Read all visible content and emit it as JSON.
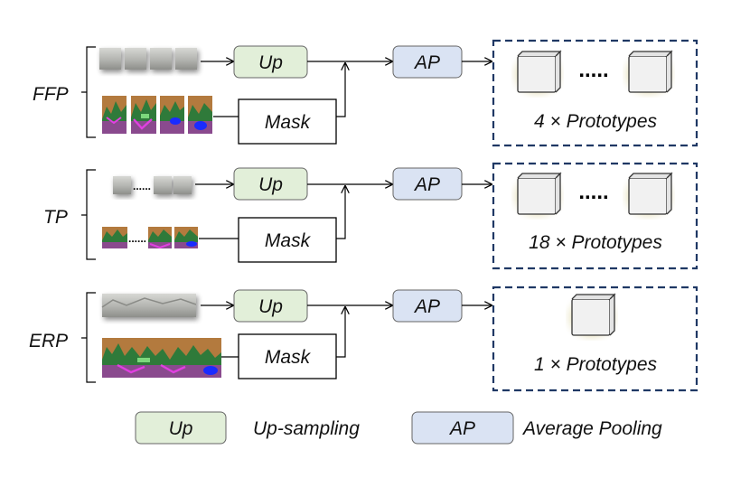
{
  "colors": {
    "up_fill": "#e2efd9",
    "ap_fill": "#dae3f3",
    "box_stroke": "#1f3864",
    "line": "#000000",
    "mask_brown": "#b37a3e",
    "mask_purple": "#8a4a8e",
    "mask_green": "#2f7a3a",
    "mask_magenta": "#e040e0",
    "mask_blue": "#1a2bff",
    "photo_gray": "#a9aaa6"
  },
  "rows": [
    {
      "label": "FFP",
      "up_label": "Up",
      "mask_label": "Mask",
      "ap_label": "AP",
      "prototype_text": "4 × Prototypes",
      "ellipsis": ".....",
      "photo_icons": [
        "photo-tile",
        "photo-tile",
        "photo-tile",
        "photo-tile"
      ],
      "mask_icons": [
        "mask-tile",
        "mask-tile",
        "mask-tile",
        "mask-tile"
      ]
    },
    {
      "label": "TP",
      "up_label": "Up",
      "mask_label": "Mask",
      "ap_label": "AP",
      "prototype_text": "18 × Prototypes",
      "ellipsis": ".....",
      "tile_ellipsis": "......",
      "photo_icons": [
        "photo-tile",
        "photo-tile",
        "photo-tile"
      ],
      "mask_icons": [
        "mask-tile",
        "mask-tile",
        "mask-tile"
      ]
    },
    {
      "label": "ERP",
      "up_label": "Up",
      "mask_label": "Mask",
      "ap_label": "AP",
      "prototype_text": "1 × Prototypes",
      "photo_icons": [
        "panorama-photo"
      ],
      "mask_icons": [
        "panorama-mask"
      ]
    }
  ],
  "legend": {
    "up_box": "Up",
    "up_text": "Up-sampling",
    "ap_box": "AP",
    "ap_text": "Average Pooling"
  }
}
